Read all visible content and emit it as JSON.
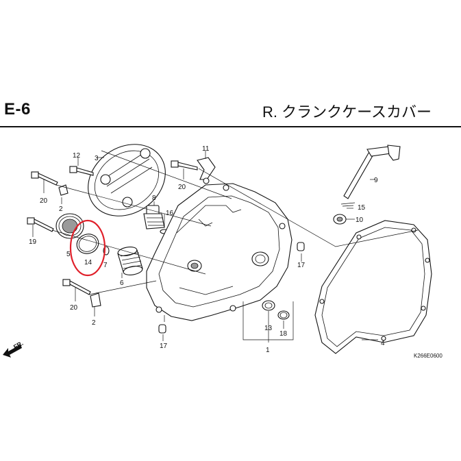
{
  "header": {
    "section_code": "E-6",
    "section_title": "R. クランクケースカバー"
  },
  "figure_code": "K266E0600",
  "front_label": "FR.",
  "highlight": {
    "part": "14",
    "color": "#e0202a"
  },
  "colors": {
    "line": "#111111",
    "background": "#ffffff"
  },
  "parts": [
    {
      "num": "1"
    },
    {
      "num": "2"
    },
    {
      "num": "2"
    },
    {
      "num": "3"
    },
    {
      "num": "4"
    },
    {
      "num": "5"
    },
    {
      "num": "6"
    },
    {
      "num": "7"
    },
    {
      "num": "8"
    },
    {
      "num": "9"
    },
    {
      "num": "10"
    },
    {
      "num": "11"
    },
    {
      "num": "12"
    },
    {
      "num": "13"
    },
    {
      "num": "14"
    },
    {
      "num": "15"
    },
    {
      "num": "16"
    },
    {
      "num": "17"
    },
    {
      "num": "17"
    },
    {
      "num": "18"
    },
    {
      "num": "19"
    },
    {
      "num": "20"
    },
    {
      "num": "20"
    },
    {
      "num": "20"
    }
  ]
}
